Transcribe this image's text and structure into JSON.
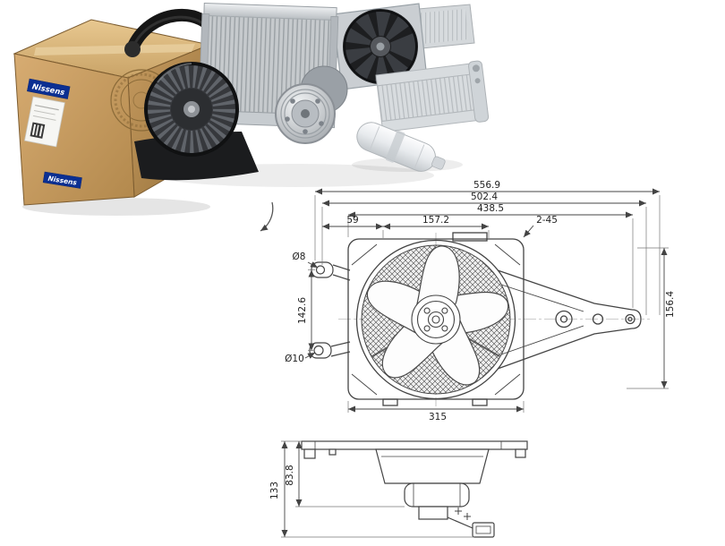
{
  "photo": {
    "brand_label": "Nissens",
    "brand_label_bottom": "Nissens"
  },
  "front_view": {
    "dim_total_width": "556.9",
    "dim_width_to_hole": "502.4",
    "dim_width_438": "438.5",
    "dim_width_157": "157.2",
    "dim_width_59": "59",
    "dim_note_2_45": "2-45",
    "dim_dia_top_hole": "Ø8",
    "dim_dia_bottom_hole": "Ø10",
    "dim_left_hole_spacing": "142.6",
    "dim_right_height": "156.4",
    "dim_bottom_width": "315"
  },
  "side_view": {
    "dim_total_height": "133",
    "dim_depth": "83.8"
  }
}
